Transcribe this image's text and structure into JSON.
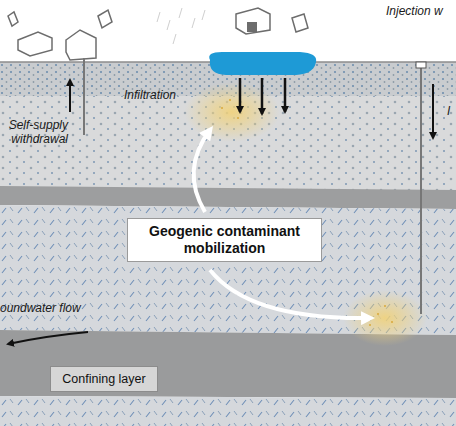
{
  "diagram": {
    "nodes": [
      {
        "text": [
          "Geogenic contaminant mobilization"
        ]
      },
      {
        "text": [
          "Confining layer"
        ]
      }
    ],
    "labels": [
      "Injection w",
      "Infiltration",
      "Self-supply withdrawal",
      "I",
      "oundwater flow"
    ]
  }
}
